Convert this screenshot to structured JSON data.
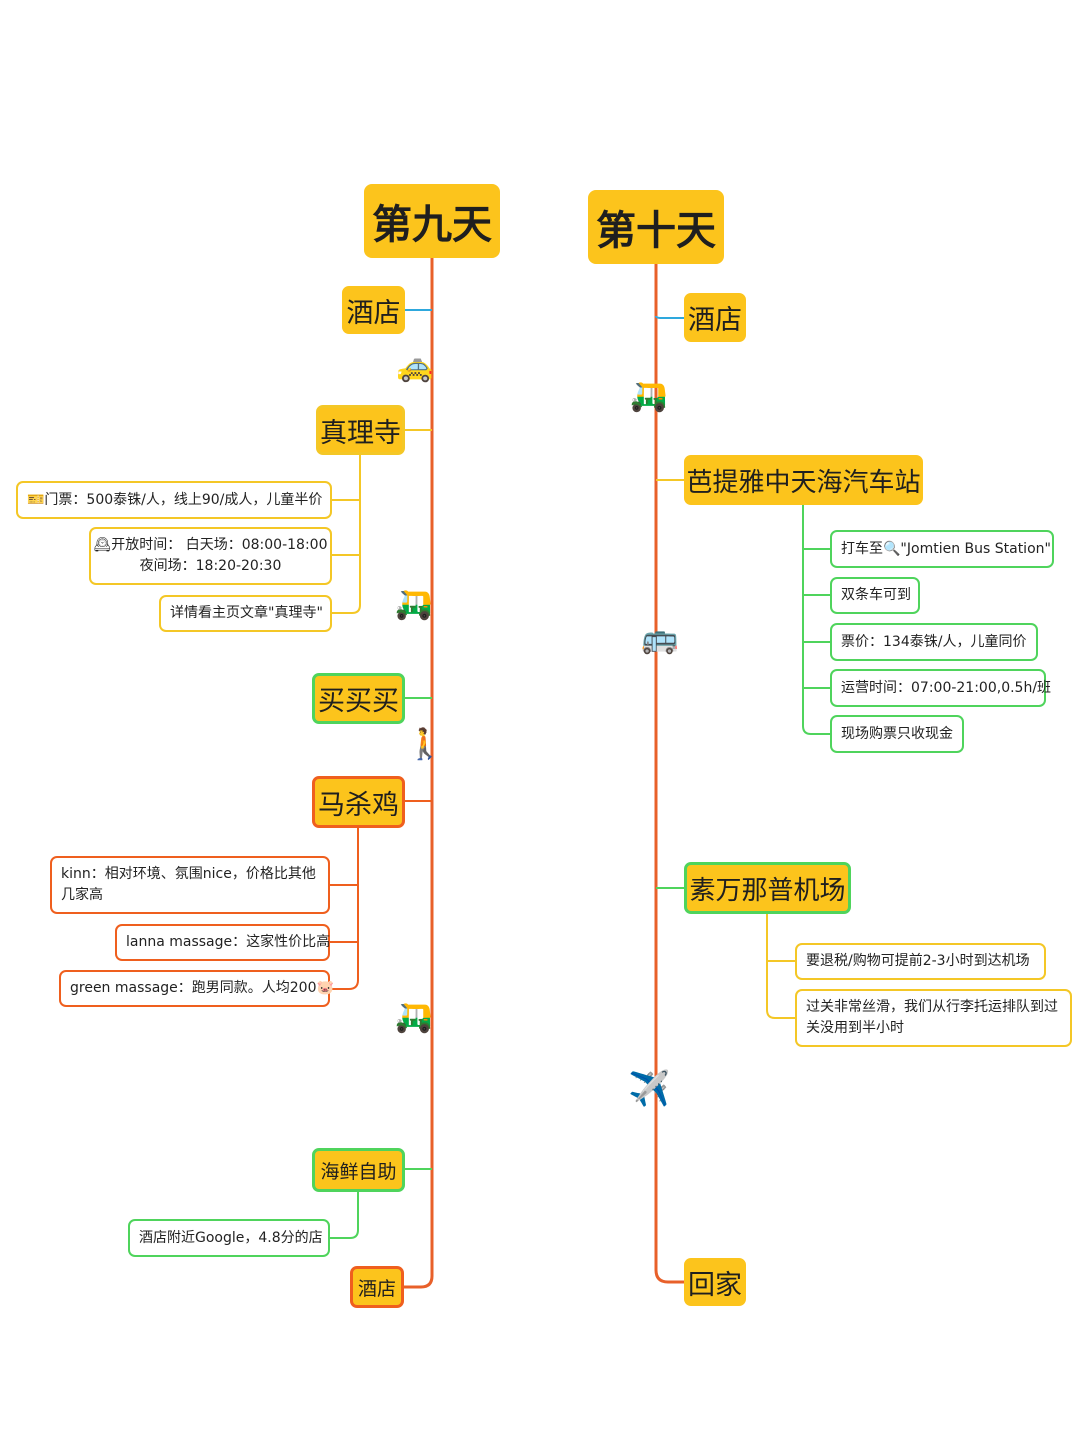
{
  "day9": {
    "title": "第九天",
    "nodes": {
      "hotel1": "酒店",
      "wat": "真理寺",
      "shopping": "买买买",
      "massage": "马杀鸡",
      "seafood": "海鲜自助",
      "hotel2": "酒店"
    },
    "wat_leaves": {
      "ticket": "🎫门票：500泰铢/人，线上90/成人，儿童半价",
      "hours_1": "🕰开放时间： 白天场：08:00-18:00",
      "hours_2": "夜间场：18:20-20:30",
      "details": "详情看主页文章\"真理寺\""
    },
    "massage_leaves": {
      "kinn": "kinn：相对环境、氛围nice，价格比其他几家高",
      "lanna": "lanna massage：这家性价比高",
      "green": "green massage：跑男同款。人均200🐷"
    },
    "seafood_leaves": {
      "google": "酒店附近Google，4.8分的店"
    },
    "transport_icons": [
      "🚕",
      "🛺",
      "🚶",
      "🛺"
    ]
  },
  "day10": {
    "title": "第十天",
    "nodes": {
      "hotel": "酒店",
      "bus_station": "芭提雅中天海汽车站",
      "airport": "素万那普机场",
      "home": "回家"
    },
    "bus_leaves": {
      "taxi": "打车至🔍\"Jomtien Bus Station\"",
      "songthaew": "双条车可到",
      "fare": "票价：134泰铢/人，儿童同价",
      "schedule": "运营时间：07:00-21:00,0.5h/班",
      "cash": "现场购票只收现金"
    },
    "airport_leaves": {
      "tax_refund": "要退税/购物可提前2-3小时到达机场",
      "customs": "过关非常丝滑，我们从行李托运排队到过关没用到半小时"
    },
    "transport_icons": [
      "🛺",
      "🚌",
      "✈️"
    ]
  },
  "colors": {
    "node_fill": "#fcc41c",
    "trunk": "#e8602a",
    "yellow_branch": "#f4c726",
    "green_branch": "#4fd45c",
    "red_branch": "#ef5f1e",
    "blue_branch": "#2ea8dd"
  }
}
